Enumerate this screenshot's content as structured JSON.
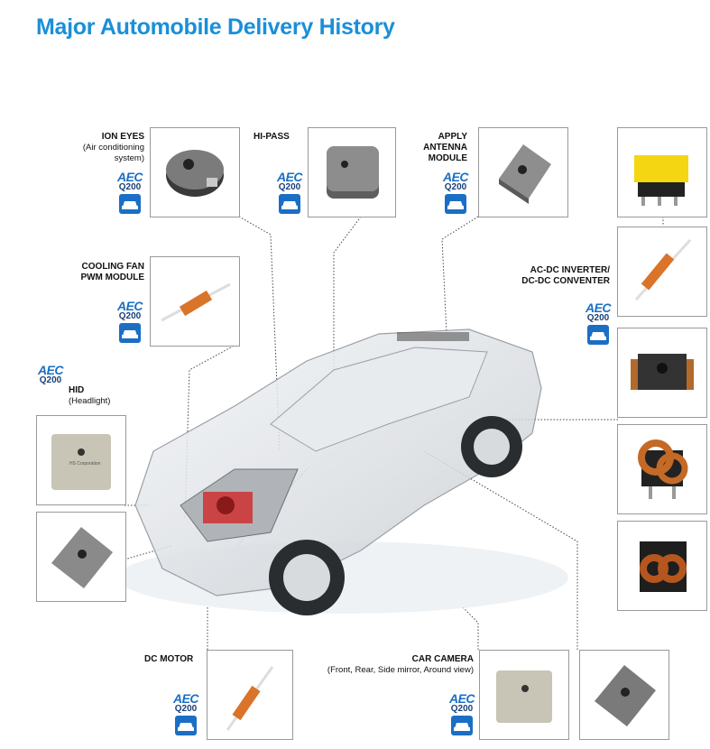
{
  "title": "Major Automobile Delivery History",
  "labels": {
    "ion_eyes": {
      "title": "ION EYES",
      "sub1": "(Air conditioning",
      "sub2": "system)"
    },
    "hi_pass": {
      "title": "HI-PASS"
    },
    "apply_antenna": {
      "line1": "APPLY",
      "line2": "ANTENNA",
      "line3": "MODULE"
    },
    "cooling_fan": {
      "line1": "COOLING FAN",
      "line2": "PWM MODULE"
    },
    "acdc": {
      "line1": "AC-DC INVERTER/",
      "line2": "DC-DC CONVENTER"
    },
    "hid": {
      "title": "HID",
      "sub": "(Headlight)"
    },
    "dc_motor": {
      "title": "DC MOTOR"
    },
    "car_camera": {
      "title": "CAR CAMERA",
      "sub": "(Front, Rear, Side mirror, Around view)"
    }
  },
  "badge": {
    "aec": "AEC",
    "q200": "Q200"
  },
  "component_marking": "HS Corporation",
  "colors": {
    "title": "#1a8fd8",
    "badge_blue": "#1a6fc4",
    "badge_dark": "#1a3e78"
  }
}
